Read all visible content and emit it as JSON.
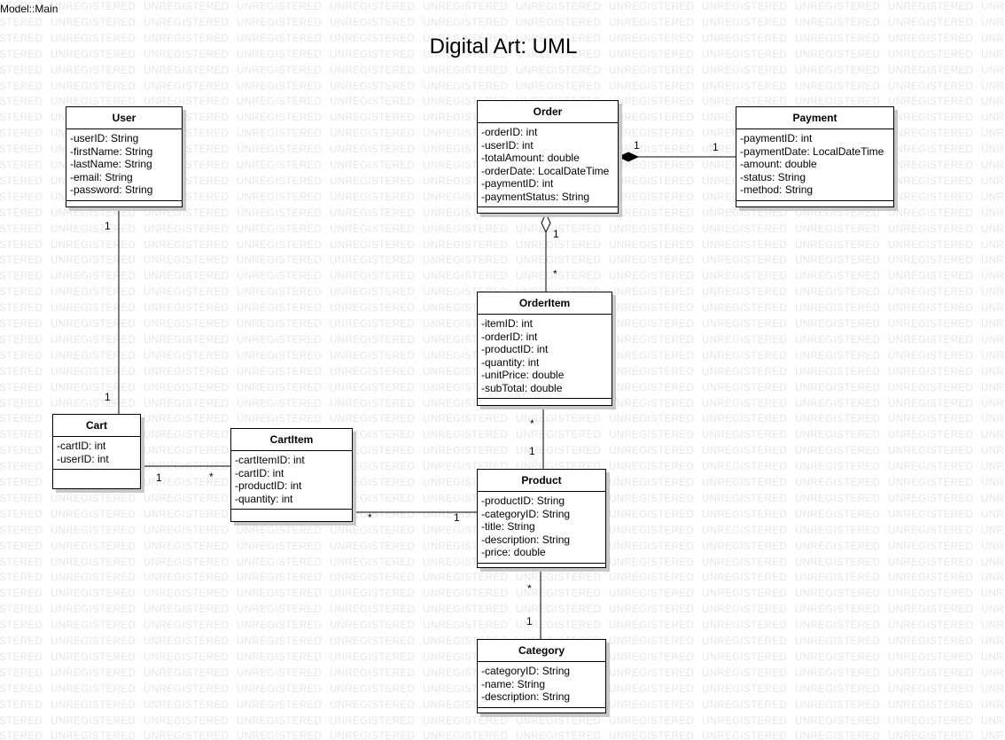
{
  "diagram": {
    "model_label": "Model::Main",
    "title": "Digital Art: UML",
    "watermark_text": "UNREGISTERED"
  },
  "classes": {
    "user": {
      "name": "User",
      "attributes": [
        "-userID: String",
        "-firstName: String",
        "-lastName: String",
        "-email: String",
        "-password: String"
      ]
    },
    "order": {
      "name": "Order",
      "attributes": [
        "-orderID: int",
        "-userID: int",
        "-totalAmount: double",
        "-orderDate: LocalDateTime",
        "-paymentID: int",
        "-paymentStatus: String"
      ]
    },
    "payment": {
      "name": "Payment",
      "attributes": [
        "-paymentID: int",
        "-paymentDate: LocalDateTime",
        "-amount: double",
        "-status: String",
        "-method: String"
      ]
    },
    "orderitem": {
      "name": "OrderItem",
      "attributes": [
        "-itemID: int",
        "-orderID: int",
        "-productID: int",
        "-quantity: int",
        "-unitPrice: double",
        "-subTotal: double"
      ]
    },
    "cart": {
      "name": "Cart",
      "attributes": [
        "-cartID: int",
        "-userID: int"
      ]
    },
    "cartitem": {
      "name": "CartItem",
      "attributes": [
        "-cartItemID: int",
        "-cartID: int",
        "-productID: int",
        "-quantity: int"
      ]
    },
    "product": {
      "name": "Product",
      "attributes": [
        "-productID: String",
        "-categoryID: String",
        "-title: String",
        "-description: String",
        "-price: double"
      ]
    },
    "category": {
      "name": "Category",
      "attributes": [
        "-categoryID: String",
        "-name: String",
        "-description: String"
      ]
    }
  },
  "multiplicities": {
    "user_cart_user_end": "1",
    "user_cart_cart_end": "1",
    "order_payment_order_end": "1",
    "order_payment_payment_end": "1",
    "order_orderitem_order_end": "1",
    "order_orderitem_item_end": "*",
    "orderitem_product_item_end": "*",
    "orderitem_product_product_end": "1",
    "cart_cartitem_cart_end": "1",
    "cart_cartitem_item_end": "*",
    "cartitem_product_item_end": "*",
    "cartitem_product_product_end": "1",
    "product_category_product_end": "*",
    "product_category_category_end": "1"
  }
}
